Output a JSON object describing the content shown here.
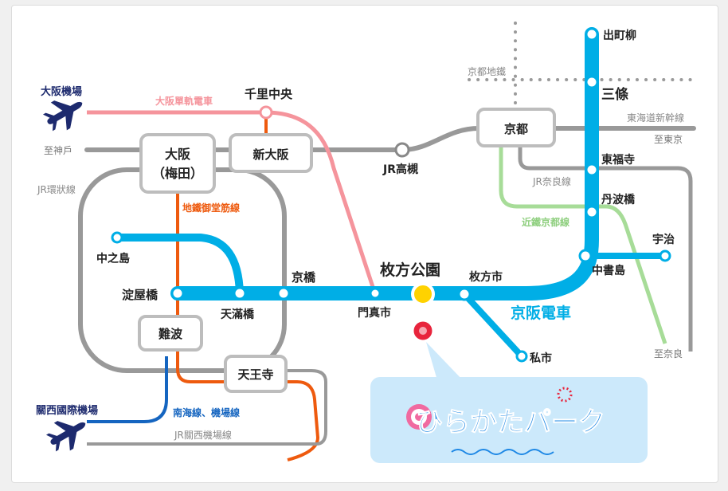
{
  "colors": {
    "keihan": "#00aee6",
    "jr": "#999999",
    "subway_midosuji": "#ee5a0e",
    "monorail": "#f5949c",
    "kintetsu": "#a7dc98",
    "nankai": "#1565c0",
    "kyoto_subway": "#9a9a9a",
    "airport_navy": "#1d2a6e",
    "park_marker": "#e8243c",
    "park_station": "#ffd200",
    "logo_bg": "#cce9fb"
  },
  "lines": {
    "keihan": "京阪電車",
    "jr_kyoto_subway": "京都地鐵",
    "jr_loop": "JR環狀線",
    "monorail": "大阪單軌電車",
    "midosuji": "地鐵御堂筋線",
    "tokaido_shinkansen": "東海道新幹線",
    "jr_nara": "JR奈良線",
    "kintetsu_kyoto": "近鐵京都線",
    "nankai": "南海線、機場線",
    "jr_kansai_airport": "JR關西機場線"
  },
  "directions": {
    "to_kobe": "至神戶",
    "to_tokyo": "至東京",
    "to_nara": "至奈良"
  },
  "airports": {
    "osaka": "大阪機場",
    "kansai": "關西國際機場"
  },
  "stations": {
    "demachiyanagi": "出町柳",
    "sanjo": "三條",
    "tofukuji": "東福寺",
    "tanbabashi": "丹波橋",
    "uji": "宇治",
    "chushojima": "中書島",
    "senri_chuo": "千里中央",
    "osaka_line1": "大阪",
    "osaka_line2": "（梅田）",
    "shin_osaka": "新大阪",
    "jr_takatsuki": "JR高槻",
    "kyoto": "京都",
    "nakanoshima": "中之島",
    "yodoyabashi": "淀屋橋",
    "temmabashi": "天滿橋",
    "kyobashi": "京橋",
    "hirakatakoen": "枚方公園",
    "hirakatashi": "枚方市",
    "kadomashi": "門真市",
    "kisaichi": "私市",
    "namba": "難波",
    "tennoji": "天王寺"
  },
  "park": {
    "logo_text": "ひらかたパーク"
  }
}
